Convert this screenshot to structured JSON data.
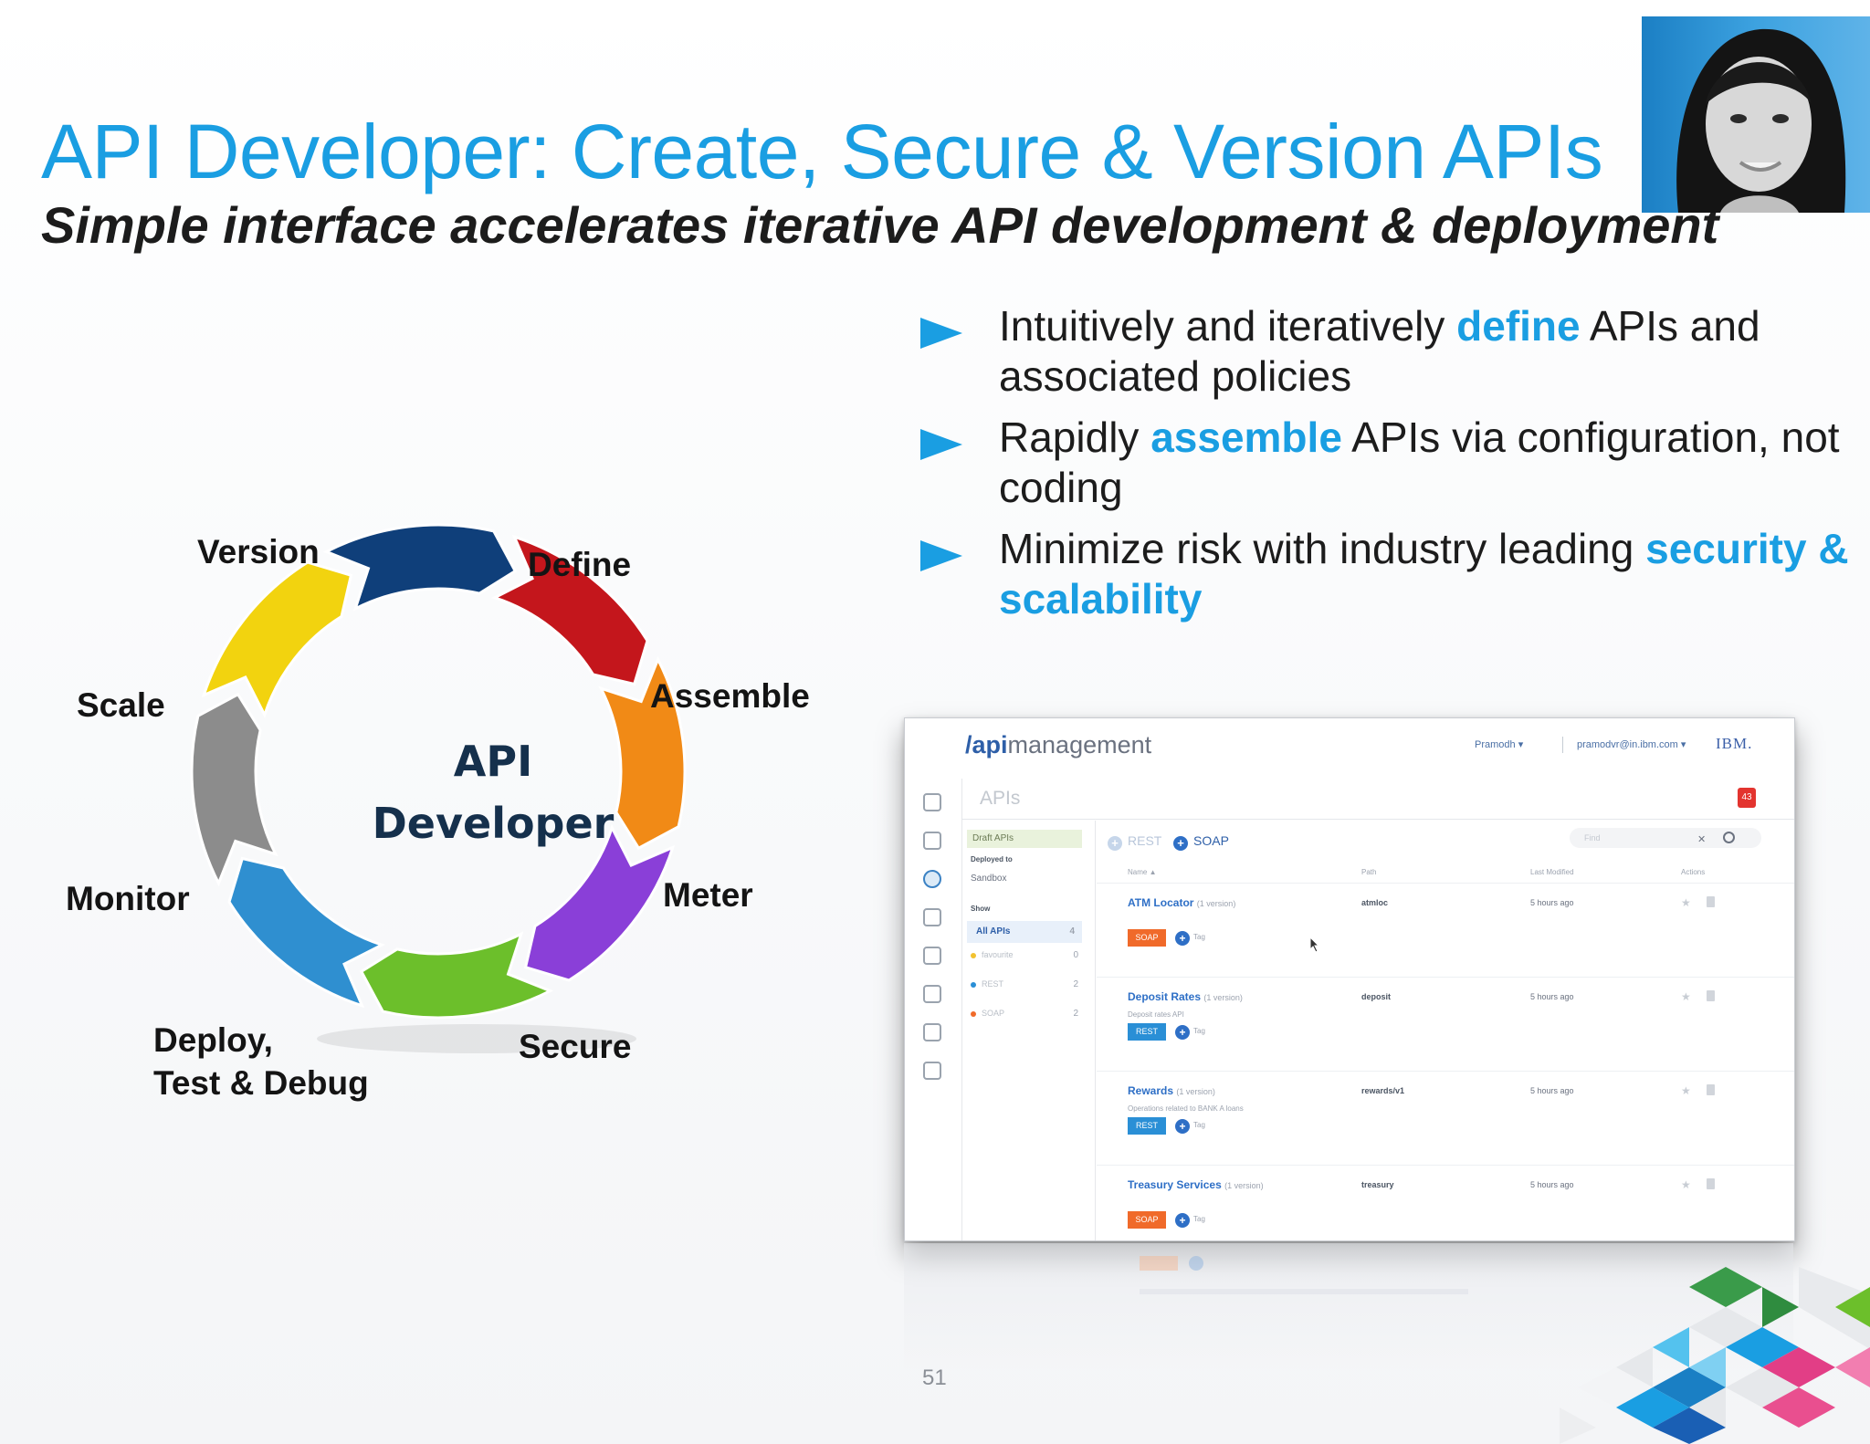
{
  "slide": {
    "title": "API Developer: Create, Secure & Version APIs",
    "subtitle": "Simple interface accelerates iterative API development & deployment",
    "page_number": "51",
    "accent_color": "#1a9ee2",
    "text_color": "#1c1c1c"
  },
  "bullets": [
    {
      "pre": "Intuitively and iteratively ",
      "emph": "define",
      "post": " APIs and associated policies"
    },
    {
      "pre": "Rapidly ",
      "emph": "assemble",
      "post": " APIs via configuration, not coding"
    },
    {
      "pre": "Minimize risk with industry leading ",
      "emph": "security & scalability",
      "post": ""
    }
  ],
  "cycle": {
    "center_line1": "API",
    "center_line2": "Developer",
    "stages": {
      "version": "Version",
      "define": "Define",
      "assemble": "Assemble",
      "meter": "Meter",
      "secure": "Secure",
      "deploy_line1": "Deploy,",
      "deploy_line2": "Test & Debug",
      "monitor": "Monitor",
      "scale": "Scale"
    },
    "segment_colors": [
      "#c4161c",
      "#f18a16",
      "#8a3fd8",
      "#6cbf2b",
      "#2f8fd0",
      "#8c8c8c",
      "#f2d30f",
      "#0f3f7a"
    ]
  },
  "ui": {
    "brand_slash": "/",
    "brand_api": "api",
    "brand_rest": "management",
    "org_label": "Pramodh ▾",
    "user_label": "pramodvr@in.ibm.com ▾",
    "ibm_logo": "IBM.",
    "section_title": "APIs",
    "notification_count": "43",
    "sidebar": {
      "draft_apis": "Draft APIs",
      "deployed_to": "Deployed to",
      "sandbox": "Sandbox",
      "show": "Show",
      "all_apis": "All APIs",
      "all_count": "4",
      "favourite": "favourite",
      "favourite_count": "0",
      "rest": "REST",
      "rest_count": "2",
      "soap": "SOAP",
      "soap_count": "2"
    },
    "tabs": {
      "rest": "REST",
      "soap": "SOAP"
    },
    "filter_placeholder": "Find",
    "columns": {
      "name": "Name ▲",
      "path": "Path",
      "modified": "Last Modified",
      "actions": "Actions"
    },
    "apis": [
      {
        "name": "ATM Locator",
        "versions": "(1 version)",
        "path": "atmloc",
        "modified": "5 hours ago",
        "desc": "",
        "type": "SOAP",
        "tag": "Tag"
      },
      {
        "name": "Deposit Rates",
        "versions": "(1 version)",
        "path": "deposit",
        "modified": "5 hours ago",
        "desc": "Deposit rates API",
        "type": "REST",
        "tag": "Tag"
      },
      {
        "name": "Rewards",
        "versions": "(1 version)",
        "path": "rewards/v1",
        "modified": "5 hours ago",
        "desc": "Operations related to BANK A loans",
        "type": "REST",
        "tag": "Tag"
      },
      {
        "name": "Treasury Services",
        "versions": "(1 version)",
        "path": "treasury",
        "modified": "5 hours ago",
        "desc": "",
        "type": "SOAP",
        "tag": "Tag"
      }
    ],
    "badge_colors": {
      "SOAP": "#f06a2a",
      "REST": "#2a8fd6"
    }
  }
}
